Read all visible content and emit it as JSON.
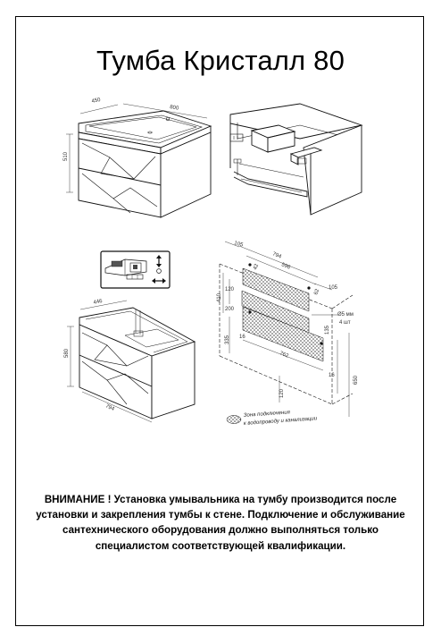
{
  "title": "Тумба Кристалл 80",
  "warning": {
    "lines": [
      "ВНИМАНИЕ ! Установка умывальника на тумбу производится после",
      "установки и закрепления тумбы к стене. Подключение и обслуживание",
      "сантехнического оборудования должно выполняться только",
      "специалистом соответствующей квалификации."
    ]
  },
  "drawing_1": {
    "dims": [
      "450",
      "800",
      "510"
    ]
  },
  "drawing_3": {
    "dims": [
      "446",
      "794",
      "580"
    ]
  },
  "drawing_5": {
    "dims": [
      "105",
      "794",
      "596",
      "42",
      "62",
      "120",
      "410",
      "105",
      "200",
      "16",
      "335",
      "762",
      "135",
      "16",
      "Ø5 мм",
      "4 шт",
      "120",
      "650"
    ],
    "legend": [
      "Зона подключения",
      "к водопроводу и канализации"
    ]
  }
}
